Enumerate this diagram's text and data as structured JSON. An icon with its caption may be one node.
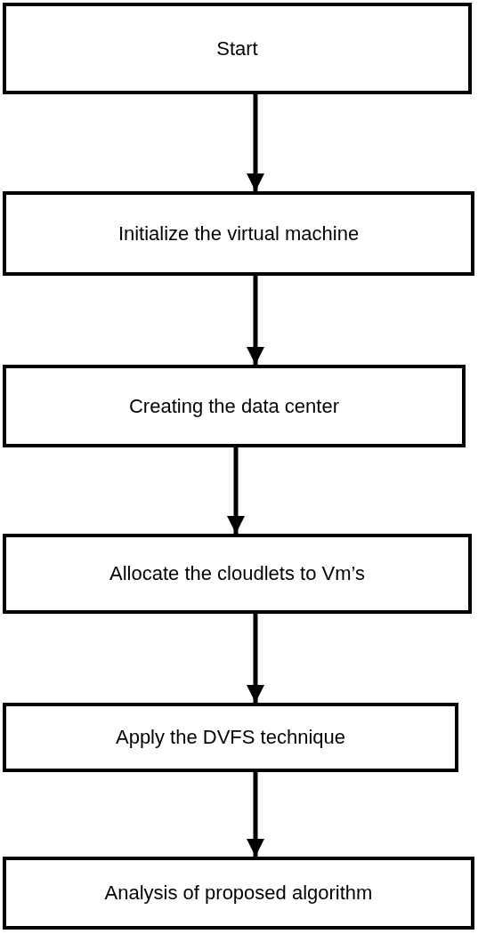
{
  "diagram": {
    "nodes": [
      {
        "text": [
          "Start"
        ]
      },
      {
        "text": [
          "Initialize the virtual machine"
        ]
      },
      {
        "text": [
          "Creating the data center"
        ]
      },
      {
        "text": [
          "Allocate the cloudlets to Vm’s"
        ]
      },
      {
        "text": [
          "Apply the DVFS technique"
        ]
      },
      {
        "text": [
          "Analysis of proposed algorithm"
        ]
      }
    ],
    "edges": [
      {
        "from": 0,
        "to": 1,
        "arrow": "to"
      },
      {
        "from": 1,
        "to": 2,
        "arrow": "to"
      },
      {
        "from": 2,
        "to": 3,
        "arrow": "to"
      },
      {
        "from": 3,
        "to": 4,
        "arrow": "to"
      },
      {
        "from": 4,
        "to": 5,
        "arrow": "to"
      }
    ]
  }
}
